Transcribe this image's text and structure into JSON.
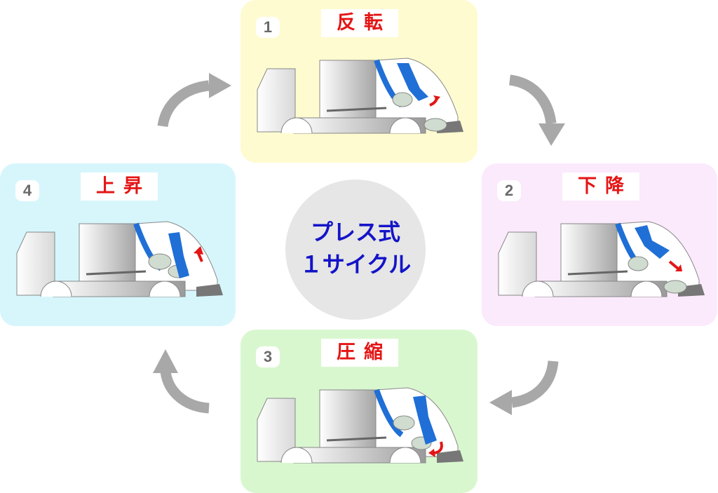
{
  "center": {
    "line1": "プレス式",
    "line2": "１サイクル"
  },
  "steps": [
    {
      "number": "1",
      "label": "反転"
    },
    {
      "number": "2",
      "label": "下降"
    },
    {
      "number": "3",
      "label": "圧縮"
    },
    {
      "number": "4",
      "label": "上昇"
    }
  ],
  "colors": {
    "step1_bg": "#fefbd0",
    "step2_bg": "#fbe9fc",
    "step3_bg": "#d9f7cf",
    "step4_bg": "#d6f6fc",
    "label_text": "#e41515",
    "center_text": "#1414c8",
    "arrow": "#a8a8a8",
    "press_plate": "#1f6fd6",
    "motion_arrow": "#e41515"
  }
}
